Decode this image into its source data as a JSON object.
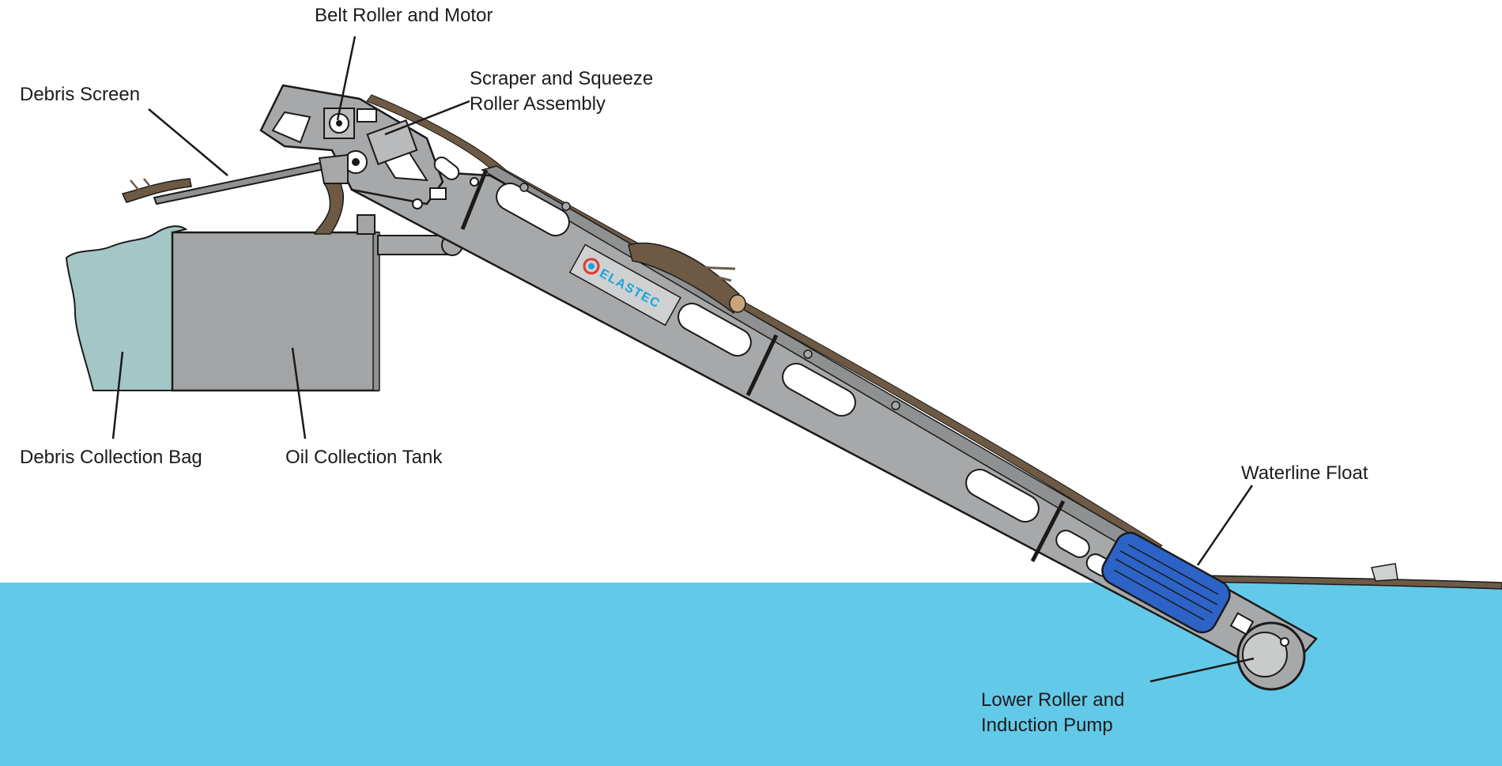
{
  "labels": {
    "belt_roller": "Belt Roller and Motor",
    "debris_screen": "Debris Screen",
    "scraper_line1": "Scraper and Squeeze",
    "scraper_line2": "Roller Assembly",
    "debris_bag": "Debris Collection Bag",
    "oil_tank": "Oil Collection Tank",
    "waterline_float": "Waterline Float",
    "lower_roller_line1": "Lower Roller and",
    "lower_roller_line2": "Induction Pump"
  },
  "brand": {
    "name": "ELASTEC",
    "color": "#1aa3d9",
    "accent": "#e03a2f"
  },
  "colors": {
    "water": "#63c9e8",
    "frame": "#a7a8a9",
    "frame_dark": "#8e9091",
    "tank": "#a3a4a5",
    "bag": "#a4c6c6",
    "debris": "#6e5a44",
    "float": "#2d63c6",
    "outline": "#1a1a1a"
  },
  "icons": [
    "elastec-logo"
  ]
}
